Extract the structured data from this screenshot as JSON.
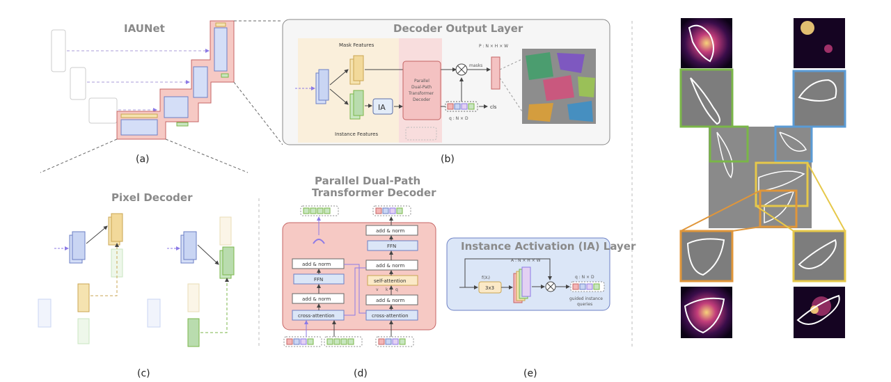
{
  "captions": {
    "a": "(a)",
    "b": "(b)",
    "c": "(c)",
    "d": "(d)",
    "e": "(e)"
  },
  "panel_a": {
    "title": "IAUNet"
  },
  "panel_b": {
    "title": "Decoder Output Layer",
    "mask_features": "Mask Features",
    "instance_features": "Instance Features",
    "ia_label": "IA",
    "decoder_line1": "Parallel",
    "decoder_line2": "Dual-Path",
    "decoder_line3": "Transformer",
    "decoder_line4": "Decoder",
    "mask_shape": "P : N × H × W",
    "masks_label": "masks",
    "cls_label": "cls",
    "query_shape": "q : N × D"
  },
  "panel_c": {
    "title": "Pixel Decoder"
  },
  "panel_d": {
    "title_line1": "Parallel Dual-Path",
    "title_line2": "Transformer Decoder",
    "left": {
      "add_norm_top": "add & norm",
      "ffn": "FFN",
      "add_norm_mid": "add & norm",
      "cross_attention": "cross-attention"
    },
    "right": {
      "add_norm_top": "add & norm",
      "ffn": "FFN",
      "add_norm_2": "add & norm",
      "self_attention": "self-attention",
      "add_norm_3": "add & norm",
      "cross_attention": "cross-attention"
    },
    "qkv": {
      "v": "v",
      "k": "k",
      "q": "q"
    }
  },
  "panel_e": {
    "title": "Instance Activation (IA) Layer",
    "a_shape": "A : N × H × W",
    "fx": "f(Xᵢ)",
    "conv": "3x3",
    "q_shape": "q : N × D",
    "guided_line1": "guided instance",
    "guided_line2": "queries"
  },
  "colors": {
    "blue_box": "#dbe6f7",
    "pink_box": "#f4c9c9",
    "green": "#7ab648",
    "blue_frame": "#5b9bd5",
    "yellow": "#e6c84a",
    "orange": "#e0963a"
  }
}
